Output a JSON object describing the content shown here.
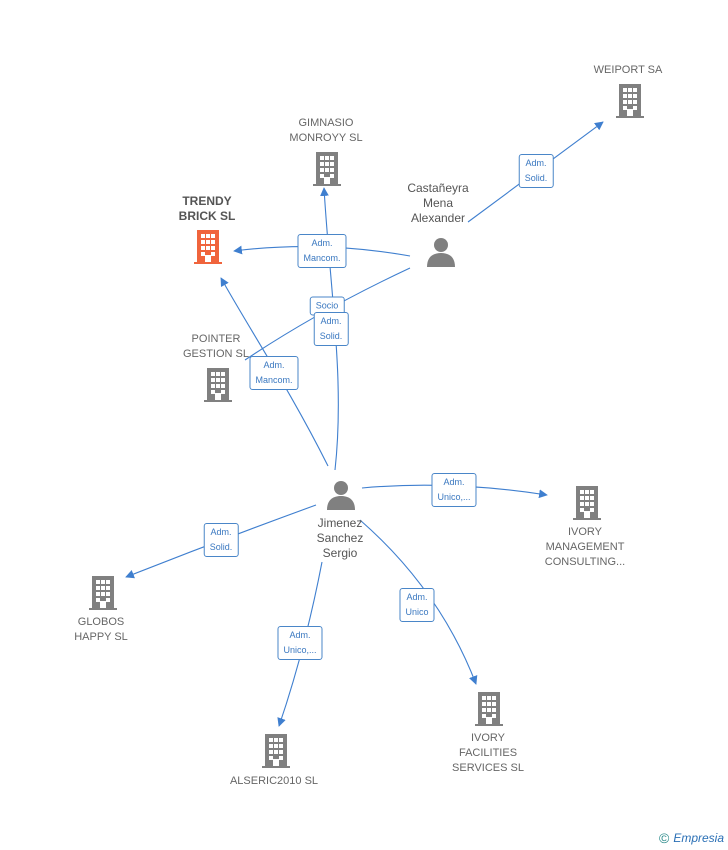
{
  "colors": {
    "edge": "#3f7fcf",
    "company": "#808080",
    "focus": "#f0643c",
    "person": "#808080"
  },
  "nodes": {
    "weiport": {
      "label": [
        "WEIPORT SA"
      ]
    },
    "gimnasio": {
      "label": [
        "GIMNASIO",
        "MONROYY SL"
      ]
    },
    "trendy": {
      "label": [
        "TRENDY",
        "BRICK SL"
      ]
    },
    "castaneyra": {
      "label": [
        "Castañeyra",
        "Mena",
        "Alexander"
      ]
    },
    "pointer": {
      "label": [
        "POINTER",
        "GESTION SL"
      ]
    },
    "jimenez": {
      "label": [
        "Jimenez",
        "Sanchez",
        "Sergio"
      ]
    },
    "ivory_mgmt": {
      "label": [
        "IVORY",
        "MANAGEMENT",
        "CONSULTING..."
      ]
    },
    "globos": {
      "label": [
        "GLOBOS",
        "HAPPY SL"
      ]
    },
    "alseric": {
      "label": [
        "ALSERIC2010 SL"
      ]
    },
    "ivory_fac": {
      "label": [
        "IVORY",
        "FACILITIES",
        "SERVICES SL"
      ]
    }
  },
  "edges": [
    {
      "id": "cast-weiport",
      "label": [
        "Adm.",
        "Solid."
      ]
    },
    {
      "id": "cast-trendy",
      "label": [
        "Adm.",
        "Mancom."
      ]
    },
    {
      "id": "cast-pointer",
      "label": [
        "Socio"
      ]
    },
    {
      "id": "jim-gimnasio",
      "label": [
        "Adm.",
        "Solid."
      ]
    },
    {
      "id": "jim-trendy",
      "label": [
        "Adm.",
        "Mancom."
      ]
    },
    {
      "id": "jim-ivorymgmt",
      "label": [
        "Adm.",
        "Unico,..."
      ]
    },
    {
      "id": "jim-globos",
      "label": [
        "Adm.",
        "Solid."
      ]
    },
    {
      "id": "jim-alseric",
      "label": [
        "Adm.",
        "Unico,..."
      ]
    },
    {
      "id": "jim-ivoryfac",
      "label": [
        "Adm.",
        "Unico"
      ]
    }
  ],
  "footer": {
    "copyright": "©",
    "brand": "Empresia"
  }
}
